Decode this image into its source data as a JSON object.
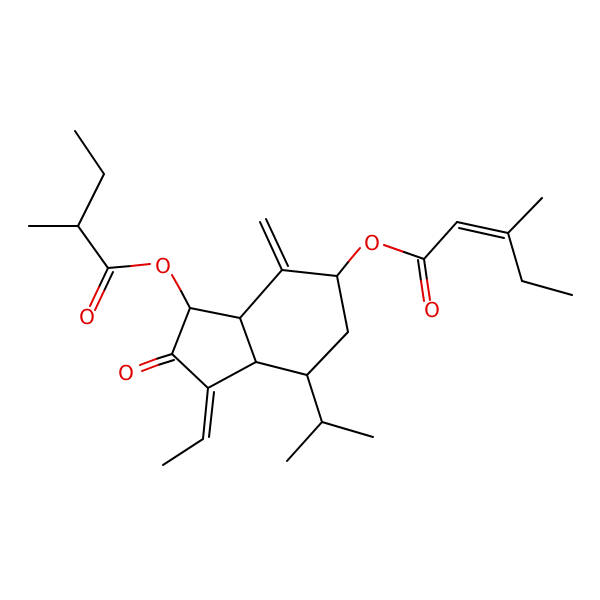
{
  "atoms": [
    {
      "element": "O",
      "color": "#e00000"
    },
    {
      "element": "O",
      "color": "#e00000"
    },
    {
      "element": "O",
      "color": "#e00000"
    },
    {
      "element": "O",
      "color": "#e00000"
    },
    {
      "element": "O",
      "color": "#e00000"
    }
  ],
  "colors": {
    "bond": "#000000",
    "oxygen": "#e00000",
    "background": "#ffffff"
  }
}
